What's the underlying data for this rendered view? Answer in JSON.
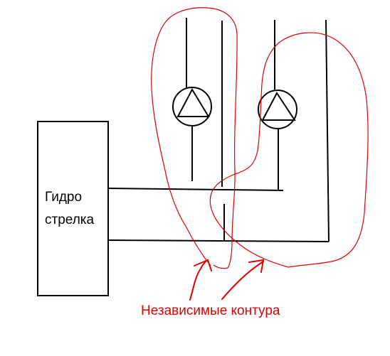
{
  "hydro_arrow": {
    "label_line1": "Гидро",
    "label_line2": "стрелка"
  },
  "annotation": {
    "text": "Независимые контура"
  },
  "colors": {
    "line": "#000000",
    "highlight": "#e00000",
    "background": "#ffffff"
  },
  "icons": {
    "pump": "circle-with-triangle"
  }
}
